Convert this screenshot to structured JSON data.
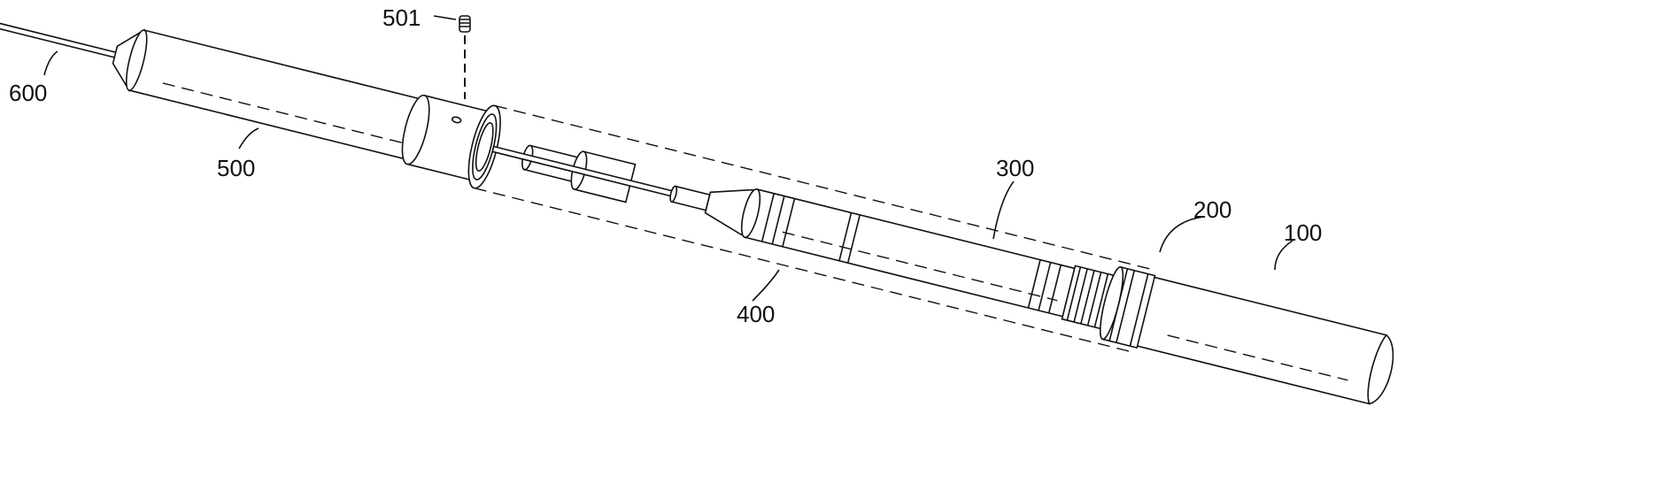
{
  "figure": {
    "labels": {
      "l600": "600",
      "l501": "501",
      "l500": "500",
      "l300": "300",
      "l200": "200",
      "l100": "100",
      "l400": "400"
    }
  }
}
